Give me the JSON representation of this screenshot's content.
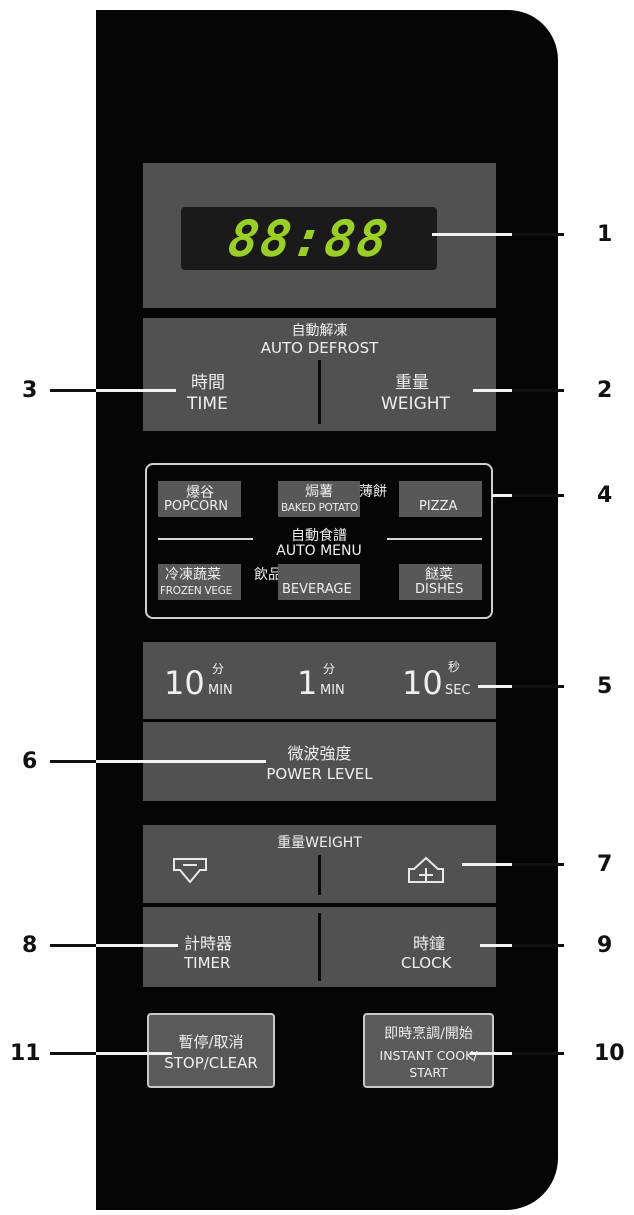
{
  "display": {
    "digits": "88:88"
  },
  "defrost": {
    "title_cn": "自動解凍",
    "title_en": "AUTO DEFROST",
    "time_cn": "時間",
    "time_en": "TIME",
    "weight_cn": "重量",
    "weight_en": "WEIGHT"
  },
  "auto_menu": {
    "title_cn": "自動食譜",
    "title_en": "AUTO MENU",
    "popcorn_cn": "爆谷",
    "popcorn_en": "POPCORN",
    "potato_cn": "焗薯",
    "potato_en": "BAKED POTATO",
    "pizza_cn": "薄餅",
    "pizza_en": "PIZZA",
    "frozen_cn": "冷凍蔬菜",
    "frozen_en": "FROZEN VEGE",
    "beverage_cn": "飲品",
    "beverage_en": "BEVERAGE",
    "dishes_cn": "餸菜",
    "dishes_en": "DISHES"
  },
  "time_keys": {
    "k10min_num": "10",
    "k10min_cn": "分",
    "k10min_en": "MIN",
    "k1min_num": "1",
    "k1min_cn": "分",
    "k1min_en": "MIN",
    "k10sec_num": "10",
    "k10sec_cn": "秒",
    "k10sec_en": "SEC"
  },
  "power": {
    "cn": "微波強度",
    "en": "POWER LEVEL"
  },
  "weight_adjust": {
    "label": "重量WEIGHT",
    "down_icon": "minus-arrow-down-icon",
    "up_icon": "plus-arrow-up-icon"
  },
  "timer": {
    "cn": "計時器",
    "en": "TIMER"
  },
  "clock": {
    "cn": "時鐘",
    "en": "CLOCK"
  },
  "stop": {
    "cn": "暫停/取消",
    "en": "STOP/CLEAR"
  },
  "start": {
    "cn": "即時烹調/開始",
    "en1": "INSTANT COOK/",
    "en2": "START"
  },
  "callouts": [
    "1",
    "2",
    "3",
    "4",
    "5",
    "6",
    "7",
    "8",
    "9",
    "10",
    "11"
  ]
}
